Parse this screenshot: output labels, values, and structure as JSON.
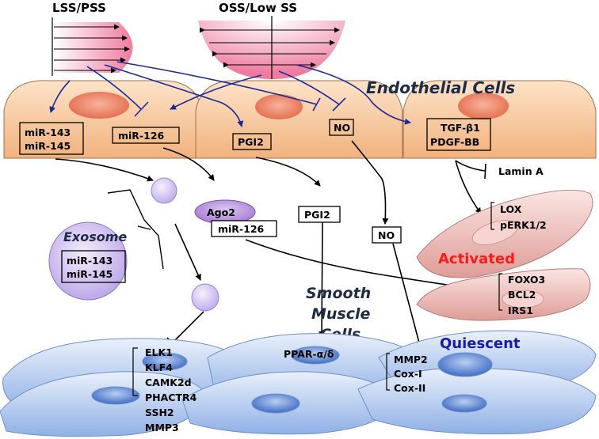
{
  "flow_labels": {
    "laminar": "LSS/PSS",
    "oscillatory": "OSS/Low SS"
  },
  "sections": {
    "endothelial": "Endothelial Cells",
    "smooth_muscle_1": "Smooth",
    "smooth_muscle_2": "Muscle",
    "smooth_muscle_3": "Cells"
  },
  "ec_boxes": {
    "mir143": "miR-143",
    "mir145": "miR-145",
    "mir126": "miR-126",
    "pgi2": "PGI2",
    "no": "NO",
    "tgf": "TGF-β1",
    "pdgf": "PDGF-BB"
  },
  "exosome": {
    "title": "Exosome",
    "mir143": "miR-143",
    "mir145": "miR-145"
  },
  "ago2": "Ago2",
  "mir126_free": "miR-126",
  "pgi2_free": "PGI2",
  "no_free": "NO",
  "activated": {
    "label": "Activated",
    "color": "#ff1a1a",
    "targets": [
      "Lamin A",
      "LOX",
      "pERK1/2"
    ]
  },
  "quiescent": {
    "label": "Quiescent",
    "color": "#1a1aa6"
  },
  "mir126_targets": [
    "FOXO3",
    "BCL2",
    "IRS1"
  ],
  "mir143_targets": [
    "ELK1",
    "KLF4",
    "CAMK2d",
    "PHACTR4",
    "SSH2",
    "MMP3"
  ],
  "ppar": "PPAR-α/δ",
  "no_targets": [
    "MMP2",
    "Cox-I",
    "Cox-II"
  ],
  "colors": {
    "endothelial_fill": "#f3c08f",
    "nucleus": "#e87a55",
    "smc_fill": "#a9c3ec",
    "smc_nucleus": "#4f7dd0",
    "activated_fill": "#eab0ac",
    "exosome_fill": "#c7b3ef",
    "arrow_blue": "#1a2a9a"
  }
}
